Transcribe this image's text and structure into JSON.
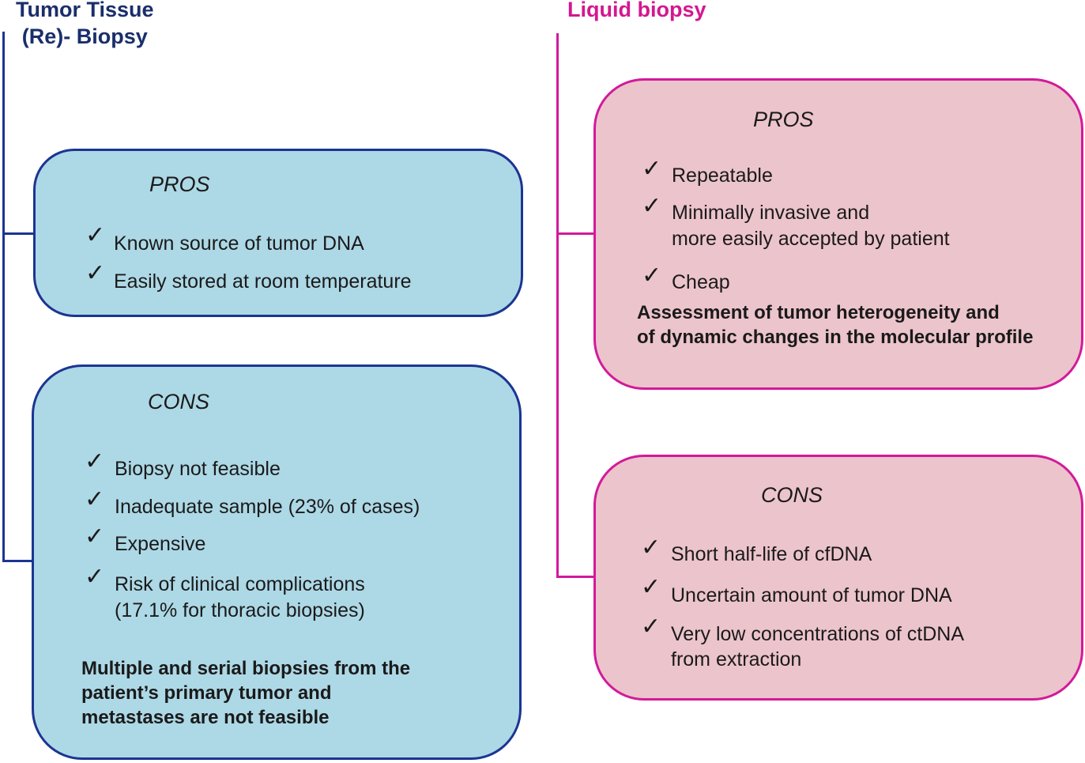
{
  "colors": {
    "tissue_title": "#1a2e6b",
    "tissue_border": "#1b3592",
    "tissue_fill": "#add8e6",
    "liquid_title": "#d4178f",
    "liquid_border": "#d21a9a",
    "liquid_fill": "#ecc4cc"
  },
  "tissue": {
    "title_line1": "Tumor Tissue",
    "title_line2": "(Re)- Biopsy",
    "pros": {
      "heading": "PROS",
      "items": [
        "Known source of tumor DNA",
        "Easily stored at room temperature"
      ]
    },
    "cons": {
      "heading": "CONS",
      "items": [
        "Biopsy not feasible",
        "Inadequate sample (23% of cases)",
        "Expensive",
        "Risk of clinical complications",
        "(17.1% for thoracic biopsies)"
      ],
      "note_lines": [
        "Multiple and serial biopsies from the",
        "patient’s primary tumor and",
        "metastases are not feasible"
      ]
    }
  },
  "liquid": {
    "title": "Liquid biopsy",
    "pros": {
      "heading": "PROS",
      "items": [
        "Repeatable",
        "Minimally invasive and",
        "more easily accepted by patient",
        "Cheap"
      ],
      "note_lines": [
        "Assessment of tumor heterogeneity and",
        "of dynamic changes in the molecular profile"
      ]
    },
    "cons": {
      "heading": "CONS",
      "items": [
        "Short half-life of cfDNA",
        "Uncertain amount of tumor DNA",
        "Very low concentrations of ctDNA",
        "from extraction"
      ]
    }
  },
  "icons": {
    "check": "✓"
  }
}
